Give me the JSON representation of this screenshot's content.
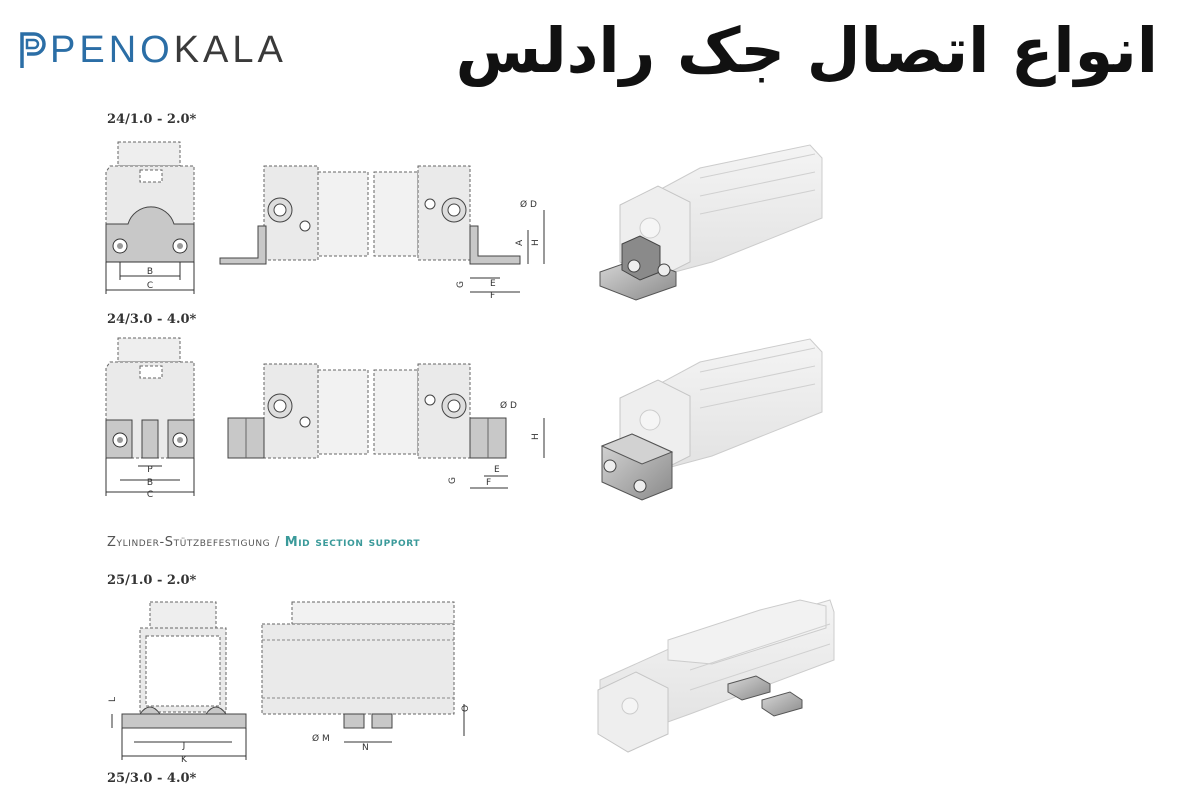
{
  "logo": {
    "part1": "PENO",
    "part2": "KALA"
  },
  "title": "انواع اتصال جک رادلس",
  "sections": [
    {
      "label": "24/1.0 - 2.0*"
    },
    {
      "label": "24/3.0 - 4.0*"
    },
    {
      "label": "25/1.0 - 2.0*"
    },
    {
      "label": "25/3.0 - 4.0*"
    }
  ],
  "heading": {
    "german": "Zylinder-Stützbefestigung",
    "separator": " / ",
    "english": "Mid section support"
  },
  "dims": {
    "B": "B",
    "C": "C",
    "P": "P",
    "D": "Ø D",
    "A": "A",
    "H": "H",
    "G": "G",
    "E": "E",
    "F": "F",
    "J": "J",
    "K": "K",
    "L": "L",
    "M": "Ø M",
    "N": "N",
    "O": "O"
  },
  "colors": {
    "logo_blue": "#2b6ea6",
    "accent_teal": "#3a9a9a",
    "part_gray": "#c8c8c8"
  }
}
